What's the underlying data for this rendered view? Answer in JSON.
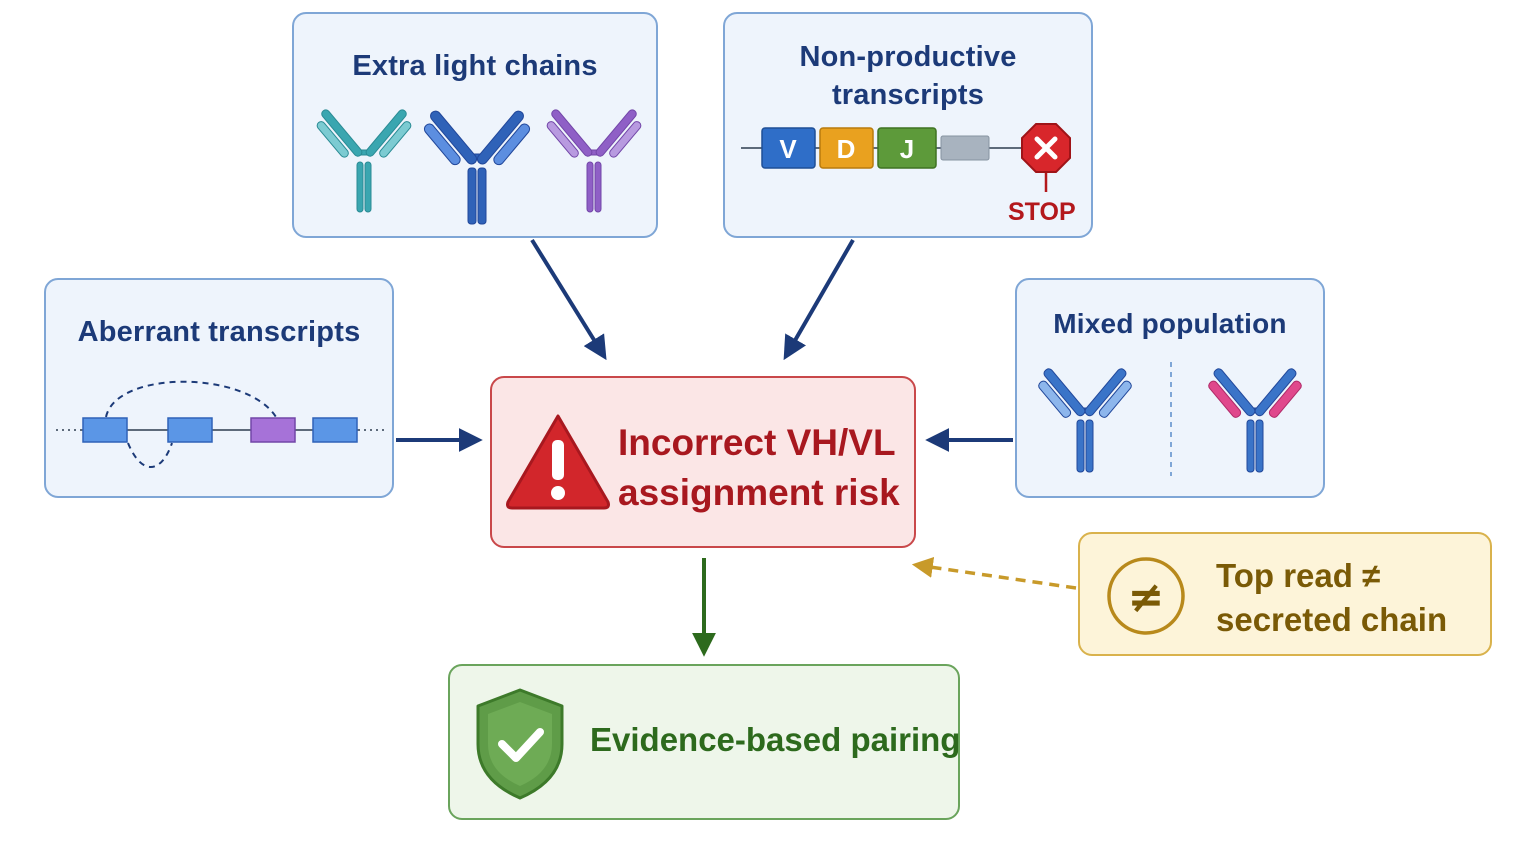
{
  "nodes": {
    "extra_light_chains": {
      "title": "Extra light chains"
    },
    "non_productive": {
      "title_line1": "Non-productive",
      "title_line2": "transcripts",
      "segments": [
        "V",
        "D",
        "J"
      ],
      "stop_label": "STOP"
    },
    "aberrant": {
      "title": "Aberrant transcripts"
    },
    "mixed_population": {
      "title": "Mixed population"
    },
    "risk": {
      "line1": "Incorrect VH/VL",
      "line2": "assignment risk"
    },
    "top_read": {
      "line1": "Top read ≠",
      "line2": "secreted chain",
      "symbol": "≠"
    },
    "evidence": {
      "title": "Evidence-based pairing"
    }
  },
  "colors": {
    "navy": "#1c3a78",
    "blue_border": "#7fa6d6",
    "risk_red": "#c9484a",
    "evidence_green": "#4f8f3e",
    "warning_gold": "#c89a2a",
    "teal_antibody": "#3aa6b0",
    "blue_antibody": "#2f62b8",
    "purple_antibody": "#8f5fc6",
    "pink_antibody": "#e0488c",
    "segment_v": "#2f6ec8",
    "segment_d": "#e9a11f",
    "segment_j": "#5d9a3a"
  },
  "icons": [
    "warning-icon",
    "shield-check-icon",
    "not-equal-icon",
    "stop-sign-icon",
    "antibody-icon"
  ]
}
